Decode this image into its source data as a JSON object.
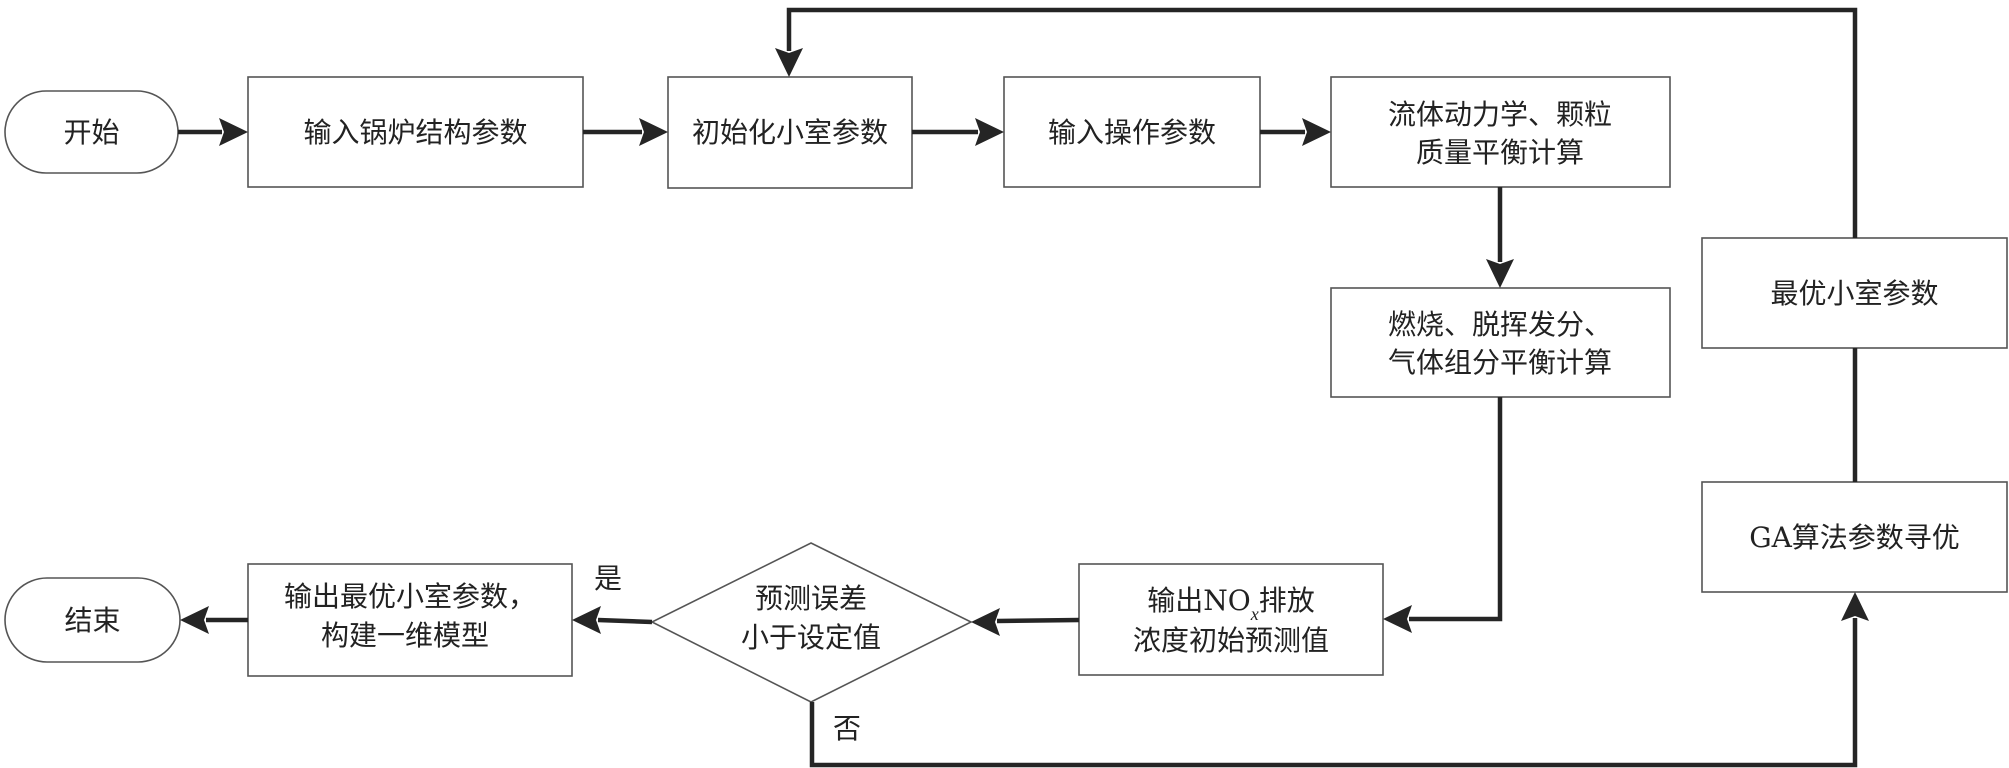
{
  "diagram": {
    "type": "flowchart",
    "nodes": [
      {
        "id": "start",
        "shape": "terminal",
        "lines": [
          "开始"
        ]
      },
      {
        "id": "input_structure",
        "shape": "process",
        "lines": [
          "输入锅炉结构参数"
        ]
      },
      {
        "id": "init_cells",
        "shape": "process",
        "lines": [
          "初始化小室参数"
        ]
      },
      {
        "id": "input_operation",
        "shape": "process",
        "lines": [
          "输入操作参数"
        ]
      },
      {
        "id": "hydrodynamics",
        "shape": "process",
        "lines": [
          "流体动力学、颗粒",
          "质量平衡计算"
        ]
      },
      {
        "id": "combustion",
        "shape": "process",
        "lines": [
          "燃烧、脱挥发分、",
          "气体组分平衡计算"
        ]
      },
      {
        "id": "nox_output",
        "shape": "process",
        "lines": [
          "输出NO",
          "排放",
          "浓度初始预测值"
        ],
        "subscript": "x"
      },
      {
        "id": "decision",
        "shape": "decision",
        "lines": [
          "预测误差",
          "小于设定值"
        ]
      },
      {
        "id": "output_optimal",
        "shape": "process",
        "lines": [
          "输出最优小室参数，",
          "构建一维模型"
        ]
      },
      {
        "id": "end",
        "shape": "terminal",
        "lines": [
          "结束"
        ]
      },
      {
        "id": "ga_search",
        "shape": "process",
        "lines": [
          "GA算法参数寻优"
        ]
      },
      {
        "id": "optimal_cells",
        "shape": "process",
        "lines": [
          "最优小室参数"
        ]
      }
    ],
    "edges": [
      {
        "from": "start",
        "to": "input_structure",
        "label": ""
      },
      {
        "from": "input_structure",
        "to": "init_cells",
        "label": ""
      },
      {
        "from": "init_cells",
        "to": "input_operation",
        "label": ""
      },
      {
        "from": "input_operation",
        "to": "hydrodynamics",
        "label": ""
      },
      {
        "from": "hydrodynamics",
        "to": "combustion",
        "label": ""
      },
      {
        "from": "combustion",
        "to": "nox_output",
        "label": ""
      },
      {
        "from": "nox_output",
        "to": "decision",
        "label": ""
      },
      {
        "from": "decision",
        "to": "output_optimal",
        "label": "是"
      },
      {
        "from": "output_optimal",
        "to": "end",
        "label": ""
      },
      {
        "from": "decision",
        "to": "ga_search",
        "label": "否"
      },
      {
        "from": "ga_search",
        "to": "optimal_cells",
        "label": ""
      },
      {
        "from": "optimal_cells",
        "to": "init_cells",
        "label": ""
      }
    ],
    "colors": {
      "line": "#252525",
      "border": "#555555",
      "text": "#222222",
      "background": "#ffffff"
    }
  }
}
